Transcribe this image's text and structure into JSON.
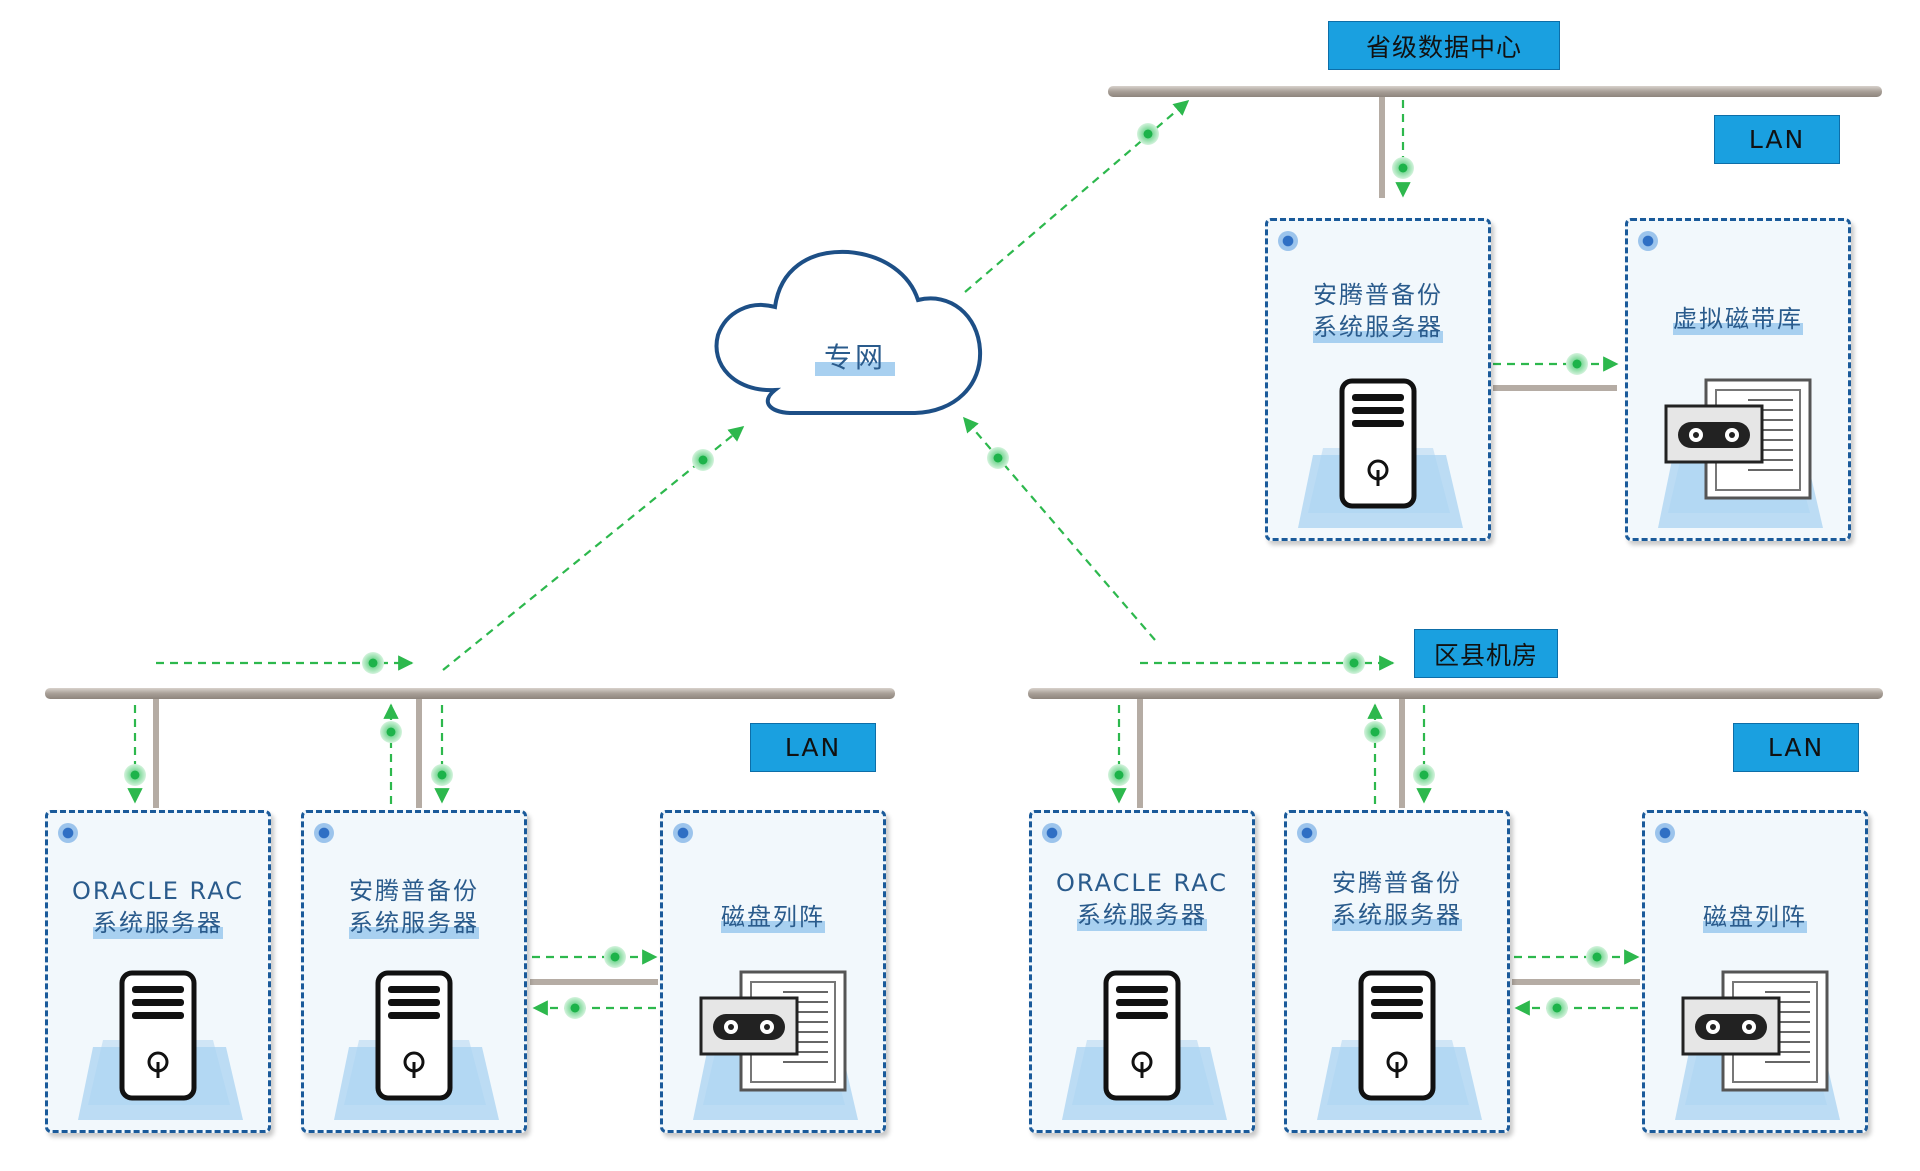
{
  "labels": {
    "province_center": "省级数据中心",
    "county_room": "区县机房",
    "lan": "LAN",
    "cloud": "专网"
  },
  "province": {
    "backup_server": {
      "line1": "安腾普备份",
      "line2": "系统服务器"
    },
    "tape_library": {
      "line1": "虚拟磁带库"
    }
  },
  "left_site": {
    "oracle": {
      "line1": "ORACLE RAC",
      "line2": "系统服务器"
    },
    "backup_server": {
      "line1": "安腾普备份",
      "line2": "系统服务器"
    },
    "disk_array": {
      "line1": "磁盘列阵"
    }
  },
  "right_site": {
    "oracle": {
      "line1": "ORACLE RAC",
      "line2": "系统服务器"
    },
    "backup_server": {
      "line1": "安腾普备份",
      "line2": "系统服务器"
    },
    "disk_array": {
      "line1": "磁盘列阵"
    }
  },
  "colors": {
    "accent": "#1aa0e0",
    "card_border": "#1a5a9a",
    "flow": "#2db84d",
    "bus": "#b5aca4",
    "cloud_stroke": "#1d4f86"
  },
  "icons": {
    "server": "server-tower-icon",
    "tape": "tape-cassette-icon",
    "cloud": "cloud-icon",
    "flow_node": "flow-node-icon"
  }
}
